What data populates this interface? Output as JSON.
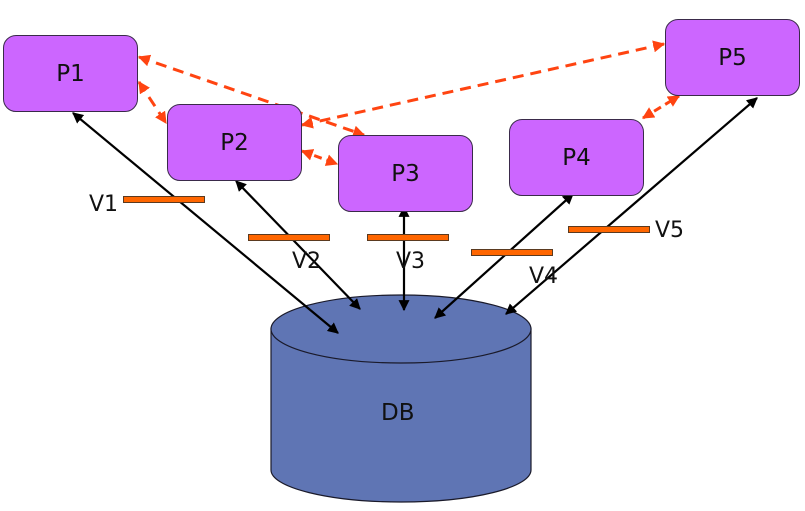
{
  "diagram": {
    "colors": {
      "process_fill": "#cc66ff",
      "db_fill": "#5f75b4",
      "version_bar": "#ff6600",
      "dashed_arrow": "#ff4411",
      "solid_arrow": "#000000"
    },
    "processes": [
      {
        "id": "P1",
        "label": "P1"
      },
      {
        "id": "P2",
        "label": "P2"
      },
      {
        "id": "P3",
        "label": "P3"
      },
      {
        "id": "P4",
        "label": "P4"
      },
      {
        "id": "P5",
        "label": "P5"
      }
    ],
    "database": {
      "label": "DB"
    },
    "versions": [
      {
        "id": "V1",
        "label": "V1",
        "on_link": "P1-DB"
      },
      {
        "id": "V2",
        "label": "V2",
        "on_link": "P2-DB"
      },
      {
        "id": "V3",
        "label": "V3",
        "on_link": "P3-DB"
      },
      {
        "id": "V4",
        "label": "V4",
        "on_link": "P4-DB"
      },
      {
        "id": "V5",
        "label": "V5",
        "on_link": "P5-DB"
      }
    ],
    "db_links": [
      {
        "from": "P1",
        "to": "DB",
        "style": "solid",
        "direction": "both"
      },
      {
        "from": "P2",
        "to": "DB",
        "style": "solid",
        "direction": "both"
      },
      {
        "from": "P3",
        "to": "DB",
        "style": "solid",
        "direction": "both"
      },
      {
        "from": "P4",
        "to": "DB",
        "style": "solid",
        "direction": "both"
      },
      {
        "from": "P5",
        "to": "DB",
        "style": "solid",
        "direction": "both"
      }
    ],
    "peer_links": [
      {
        "from": "P1",
        "to": "P2",
        "style": "dashed",
        "direction": "both"
      },
      {
        "from": "P1",
        "to": "P3",
        "style": "dashed",
        "direction": "both"
      },
      {
        "from": "P2",
        "to": "P3",
        "style": "dashed",
        "direction": "both"
      },
      {
        "from": "P2",
        "to": "P5",
        "style": "dashed",
        "direction": "both"
      },
      {
        "from": "P4",
        "to": "P5",
        "style": "dashed",
        "direction": "both"
      }
    ]
  }
}
